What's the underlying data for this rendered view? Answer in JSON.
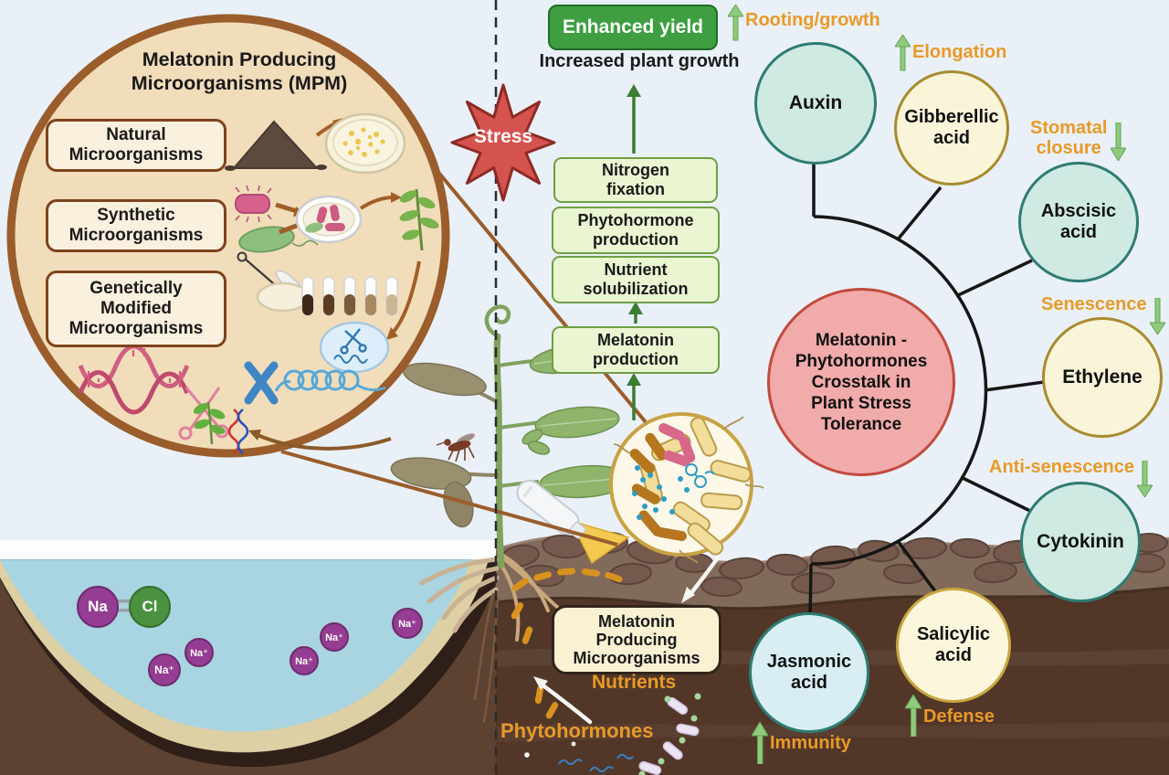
{
  "mpm": {
    "title": "Melatonin Producing\nMicroorganisms (MPM)",
    "categories": [
      {
        "label": "Natural\nMicroorganisms"
      },
      {
        "label": "Synthetic\nMicroorganisms"
      },
      {
        "label": "Genetically\nModified\nMicroorganisms"
      }
    ]
  },
  "stress_label": "Stress",
  "outcome": {
    "enhanced_yield": "Enhanced yield",
    "increased_plant_growth": "Increased plant growth"
  },
  "mpm_functions": [
    {
      "label": "Nitrogen\nfixation"
    },
    {
      "label": "Phytohormone\nproduction"
    },
    {
      "label": "Nutrient\nsolubilization"
    },
    {
      "label": "Melatonin\nproduction"
    }
  ],
  "crosstalk_hub": "Melatonin -\nPhytohormones\nCrosstalk in\nPlant Stress\nTolerance",
  "hormones": [
    {
      "label": "Auxin"
    },
    {
      "label": "Gibberellic\nacid"
    },
    {
      "label": "Abscisic\nacid"
    },
    {
      "label": "Ethylene"
    },
    {
      "label": "Cytokinin"
    },
    {
      "label": "Salicylic\nacid"
    },
    {
      "label": "Jasmonic\nacid"
    }
  ],
  "effects": [
    {
      "label": "Rooting/growth",
      "direction": "up"
    },
    {
      "label": "Elongation",
      "direction": "up"
    },
    {
      "label": "Stomatal\nclosure",
      "direction": "down"
    },
    {
      "label": "Senescence",
      "direction": "down"
    },
    {
      "label": "Anti-senescence",
      "direction": "down"
    },
    {
      "label": "Defense",
      "direction": "up"
    },
    {
      "label": "Immunity",
      "direction": "up"
    }
  ],
  "soil": {
    "mpm_box": "Melatonin\nProducing\nMicroorganisms",
    "nutrients": "Nutrients",
    "phytohormones": "Phytohormones"
  },
  "ions": {
    "na": "Na",
    "cl": "Cl",
    "na_plus": "Na⁺"
  },
  "colors": {
    "accent_green": "#3e9e41",
    "function_box_green": "#eaf5d2",
    "stress_red": "#d4534f",
    "hub_pink": "#f1abaa",
    "teal_circle": "#cfe9e3",
    "yellow_circle": "#faf4d9",
    "orange_label": "#e89a28",
    "soil_brown": "#523729",
    "water_blue": "#a9d4e1",
    "ion_purple": "#943d92",
    "ion_green": "#4a9140"
  }
}
